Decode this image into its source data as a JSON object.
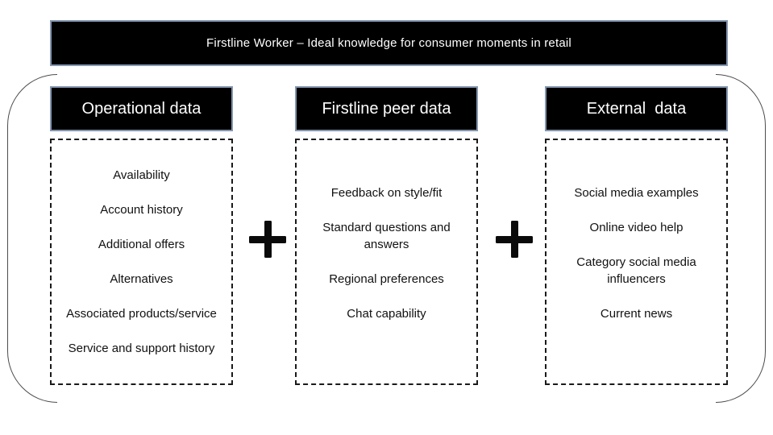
{
  "banner": {
    "title": "Firstline Worker – Ideal knowledge for consumer moments in retail"
  },
  "columns": [
    {
      "header": "Operational data",
      "items": [
        "Availability",
        "Account history",
        "Additional offers",
        "Alternatives",
        "Associated products/service",
        "Service and support history"
      ]
    },
    {
      "header": "Firstline peer data",
      "items": [
        "Feedback on style/fit",
        "Standard questions and answers",
        "Regional preferences",
        "Chat capability"
      ]
    },
    {
      "header": "External  data",
      "items": [
        "Social media examples",
        "Online video help",
        "Category social media influencers",
        "Current news"
      ]
    }
  ],
  "operators": {
    "plus": "+"
  },
  "colors": {
    "box_fill": "#000000",
    "box_border": "#8496b0",
    "box_text": "#ffffff",
    "item_text": "#111111",
    "dashed_border": "#1a1a1a",
    "bracket_stroke": "#4d4d4d",
    "background": "#ffffff"
  }
}
